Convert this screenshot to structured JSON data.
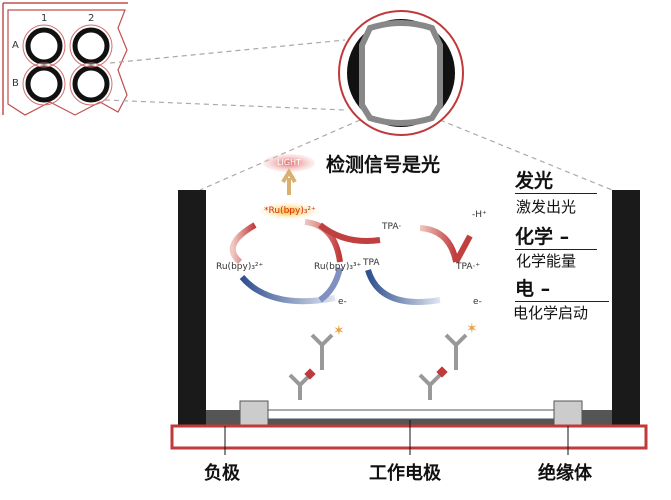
{
  "plate": {
    "cols": [
      "1",
      "2"
    ],
    "rows": [
      "A",
      "B"
    ]
  },
  "title": "检测信号是光",
  "light_label": "LIGHT",
  "chem": {
    "ru_excited": "*Ru(bpy)₃²⁺",
    "ru2": "Ru(bpy)₃²⁺",
    "ru3": "Ru(bpy)₃³⁺",
    "tpa": "TPA",
    "tpa_rad": "TPA·",
    "tpa_cat": "TPA·⁺",
    "h": "-H⁺",
    "e1": "e-",
    "e2": "e-"
  },
  "side": {
    "l1": "发光",
    "l2": "激发出光",
    "l3": "化学 –",
    "l4": "化学能量",
    "l5": "电 –",
    "l6": "电化学启动"
  },
  "labels": {
    "negative": "负极",
    "working": "工作电极",
    "insulator": "绝缘体"
  },
  "colors": {
    "red": "#c0393b",
    "blue": "#3a5fa0",
    "black": "#1a1a1a"
  }
}
